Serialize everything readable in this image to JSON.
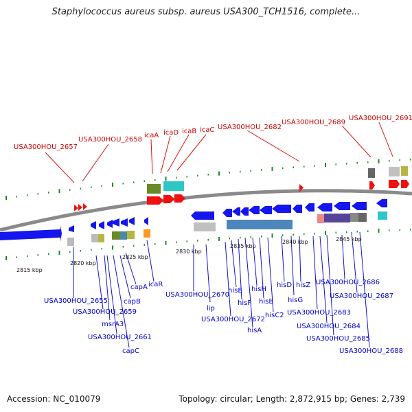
{
  "title": "Staphylococcus aureus subsp. aureus USA300_TCH1516, complete...",
  "footer": {
    "accession": "Accession: NC_010079",
    "summary": "Topology: circular; Length: 2,872,915 bp; Genes: 2,739"
  },
  "colors": {
    "top_label": "#cc0000",
    "bottom_label": "#0000cc",
    "backbone": "#808080",
    "tick": "#1f8a1f"
  },
  "scale_labels": [
    "2815 kbp",
    "2820 kbp",
    "2825 kbp",
    "2830 kbp",
    "2835 kbp",
    "2840 kbp",
    "2845 kbp"
  ],
  "top_labels": [
    "USA300HOU_2657",
    "USA300HOU_2658",
    "icaA",
    "icaD",
    "icaB",
    "icaC",
    "USA300HOU_2682",
    "USA300HOU_2689",
    "USA300HOU_2691"
  ],
  "bottom_labels": [
    "USA300HOU_2655",
    "USA300HOU_2659",
    "msrA3",
    "USA300HOU_2661",
    "capC",
    "capB",
    "capA",
    "icaR",
    "USA300HOU_2670",
    "lip",
    "USA300HOU_2672",
    "hisE",
    "hisF",
    "hisH",
    "hisA",
    "hisB",
    "hisC2",
    "hisD",
    "hisG",
    "hisZ",
    "USA300HOU_2683",
    "USA300HOU_2684",
    "USA300HOU_2685",
    "USA300HOU_2686",
    "USA300HOU_2687",
    "USA300HOU_2688"
  ]
}
